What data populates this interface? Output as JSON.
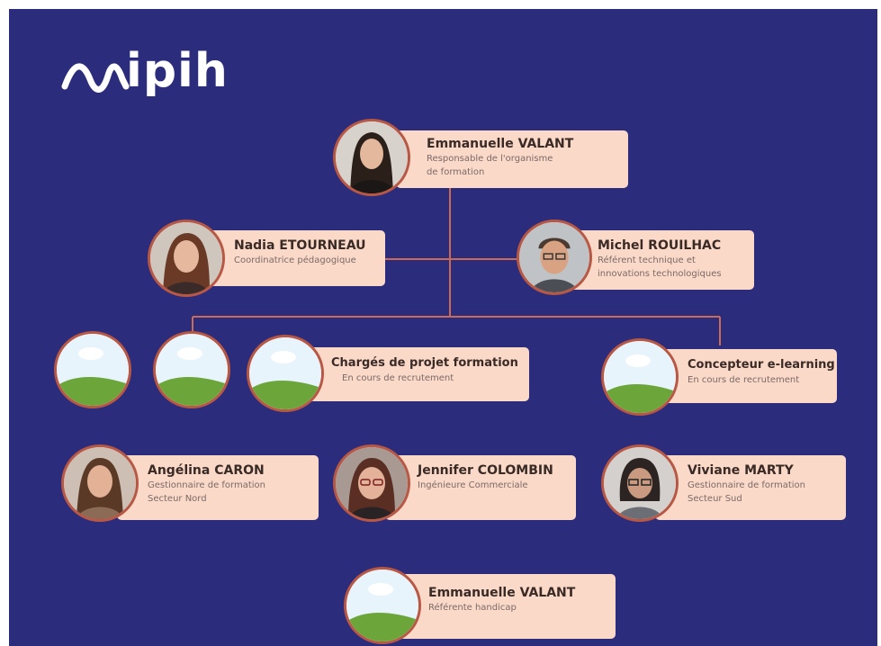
{
  "brand": {
    "logo_text": "ipih"
  },
  "colors": {
    "background": "#2b2c7c",
    "card": "#fbd9c8",
    "avatar_border": "#b85744",
    "connector": "#c96b57"
  },
  "org": {
    "director": {
      "name": "Emmanuelle VALANT",
      "role_line1": "Responsable de l'organisme",
      "role_line2": "de formation"
    },
    "left_manager": {
      "name": "Nadia ETOURNEAU",
      "role_line1": "Coordinatrice pédagogique"
    },
    "right_manager": {
      "name": "Michel ROUILHAC",
      "role_line1": "Référent technique et",
      "role_line2": "innovations technologiques"
    },
    "project_team": {
      "name": "Chargés de projet formation",
      "role_line1": "En cours de recrutement"
    },
    "elearning": {
      "name": "Concepteur e-learning",
      "role_line1": "En cours de recrutement"
    },
    "staff": [
      {
        "name": "Angélina CARON",
        "role_line1": "Gestionnaire de formation",
        "role_line2": "Secteur Nord"
      },
      {
        "name": "Jennifer COLOMBIN",
        "role_line1": "Ingénieure Commerciale"
      },
      {
        "name": "Viviane MARTY",
        "role_line1": "Gestionnaire de formation",
        "role_line2": "Secteur Sud"
      }
    ],
    "handicap": {
      "name": "Emmanuelle VALANT",
      "role_line1": "Référente handicap"
    }
  },
  "icons": {
    "photo": "person-photo-icon",
    "placeholder": "landscape-placeholder-icon",
    "logo_wave": "wave-logo-icon"
  }
}
